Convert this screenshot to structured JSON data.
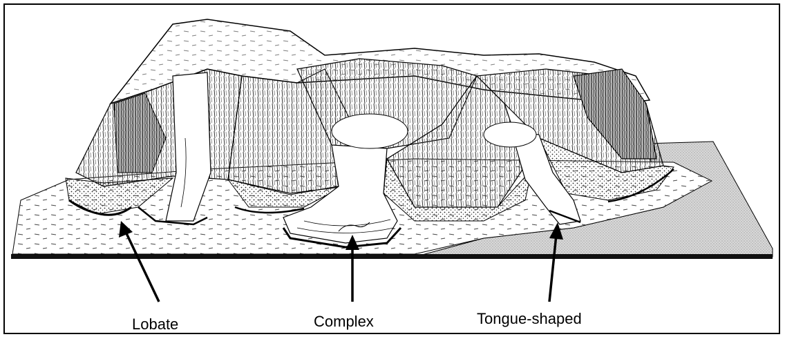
{
  "figure": {
    "border_color": "#000000",
    "labels": {
      "lobate": "Lobate",
      "complex": "Complex",
      "tongue_shaped": "Tongue-shaped"
    },
    "icons": {
      "terrain": "block-diagram-landscape",
      "arrow": "up-arrow-pointer"
    }
  }
}
